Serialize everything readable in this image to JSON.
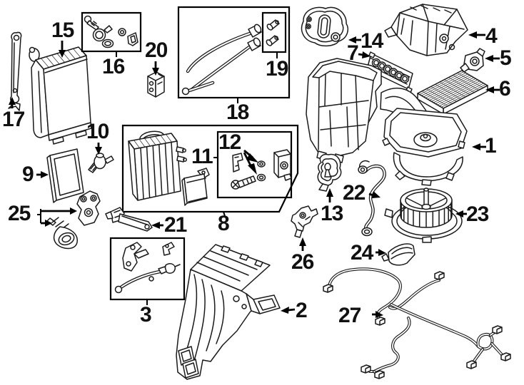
{
  "diagram": {
    "colors": {
      "background": "#ffffff",
      "line": "#1a1a1a"
    },
    "callouts": [
      {
        "num": "1"
      },
      {
        "num": "2"
      },
      {
        "num": "3"
      },
      {
        "num": "4"
      },
      {
        "num": "5"
      },
      {
        "num": "6"
      },
      {
        "num": "7"
      },
      {
        "num": "8"
      },
      {
        "num": "9"
      },
      {
        "num": "10"
      },
      {
        "num": "11"
      },
      {
        "num": "12"
      },
      {
        "num": "13"
      },
      {
        "num": "14"
      },
      {
        "num": "15"
      },
      {
        "num": "16"
      },
      {
        "num": "17"
      },
      {
        "num": "18"
      },
      {
        "num": "19"
      },
      {
        "num": "20"
      },
      {
        "num": "21"
      },
      {
        "num": "22"
      },
      {
        "num": "23"
      },
      {
        "num": "24"
      },
      {
        "num": "25"
      },
      {
        "num": "26"
      },
      {
        "num": "27"
      }
    ]
  }
}
